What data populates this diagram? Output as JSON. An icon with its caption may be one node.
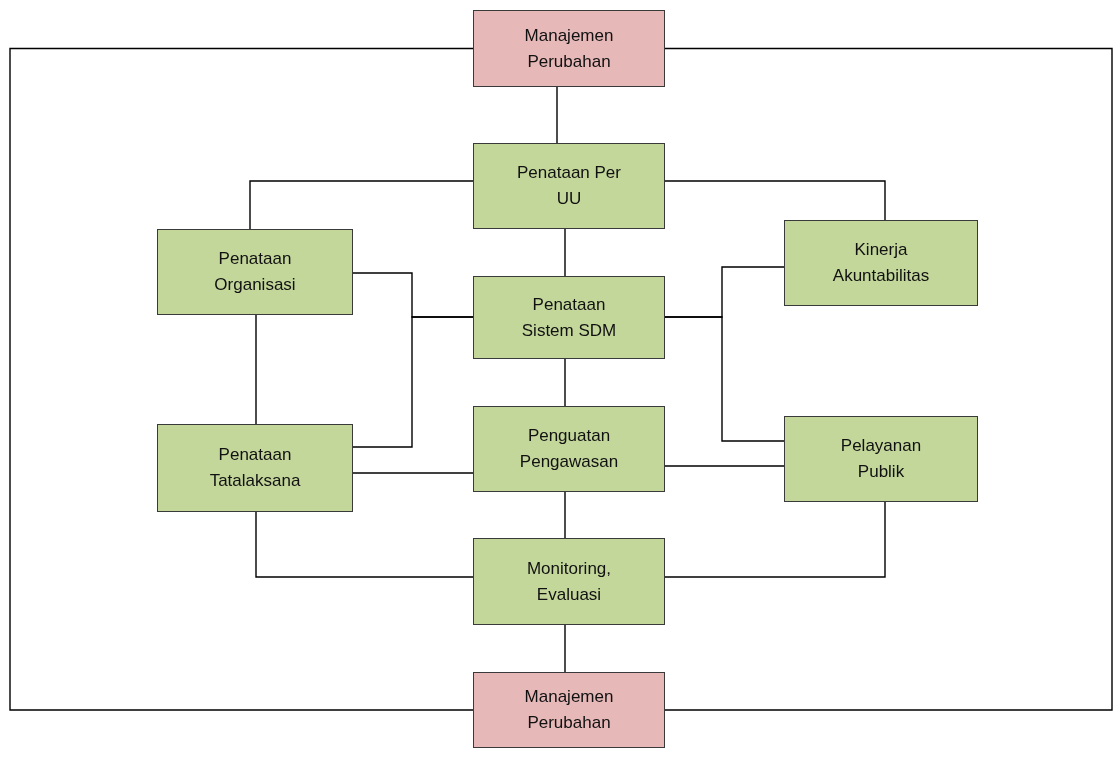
{
  "diagram": {
    "nodes": [
      {
        "text": [
          "Manajemen Perubahan"
        ]
      },
      {
        "text": [
          "Penataan Per UU"
        ]
      },
      {
        "text": [
          "Penataan Organisasi"
        ]
      },
      {
        "text": [
          "Kinerja Akuntabilitas"
        ]
      },
      {
        "text": [
          "Penataan Sistem SDM"
        ]
      },
      {
        "text": [
          "Penataan Tatalaksana"
        ]
      },
      {
        "text": [
          "Penguatan Pengawasan"
        ]
      },
      {
        "text": [
          "Pelayanan Publik"
        ]
      },
      {
        "text": [
          "Monitoring, Evaluasi"
        ]
      },
      {
        "text": [
          "Manajemen Perubahan"
        ]
      }
    ],
    "edges": [
      {
        "from": 0,
        "to": 1,
        "arrow": "none"
      },
      {
        "from": 1,
        "to": 2,
        "arrow": "none"
      },
      {
        "from": 1,
        "to": 3,
        "arrow": "none"
      },
      {
        "from": 1,
        "to": 4,
        "arrow": "none"
      },
      {
        "from": 2,
        "to": 5,
        "arrow": "none"
      },
      {
        "from": 4,
        "to": 2,
        "arrow": "none"
      },
      {
        "from": 4,
        "to": 5,
        "arrow": "none"
      },
      {
        "from": 4,
        "to": 3,
        "arrow": "none"
      },
      {
        "from": 4,
        "to": 7,
        "arrow": "none"
      },
      {
        "from": 4,
        "to": 6,
        "arrow": "none"
      },
      {
        "from": 5,
        "to": 6,
        "arrow": "none"
      },
      {
        "from": 6,
        "to": 7,
        "arrow": "none"
      },
      {
        "from": 6,
        "to": 8,
        "arrow": "none"
      },
      {
        "from": 5,
        "to": 8,
        "arrow": "none"
      },
      {
        "from": 7,
        "to": 8,
        "arrow": "none"
      },
      {
        "from": 8,
        "to": 9,
        "arrow": "none"
      },
      {
        "from": 0,
        "to": 9,
        "arrow": "none"
      },
      {
        "from": 9,
        "to": 0,
        "arrow": "none"
      }
    ]
  }
}
